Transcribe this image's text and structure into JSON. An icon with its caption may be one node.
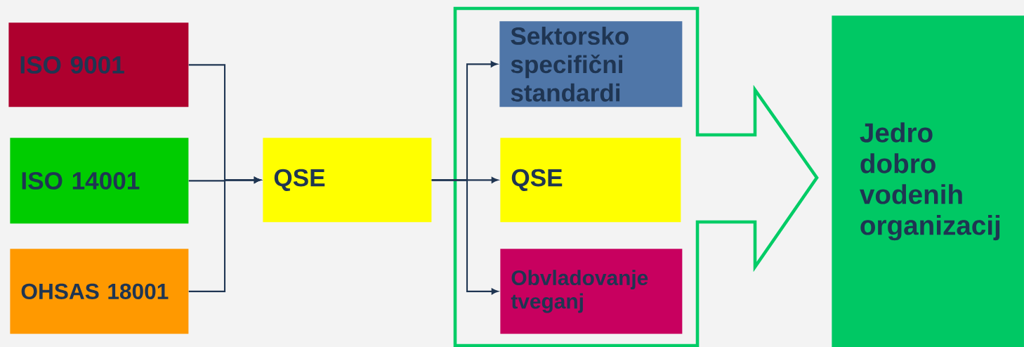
{
  "diagram": {
    "nodes": [
      {
        "text": [
          "ISO 9001"
        ]
      },
      {
        "text": [
          "ISO 14001"
        ]
      },
      {
        "text": [
          "OHSAS 18001"
        ]
      },
      {
        "text": [
          "QSE"
        ]
      },
      {
        "text": [],
        "shape": "arrow"
      },
      {
        "text": [
          "Sektorsko specifični standardi"
        ],
        "in": 4
      },
      {
        "text": [
          "QSE"
        ],
        "in": 4
      },
      {
        "text": [
          "Obvladovanje tveganj"
        ],
        "in": 4
      },
      {
        "text": [
          "Jedro dobro vodenih organizacij"
        ]
      }
    ],
    "edges": [
      {
        "from": 0,
        "to": 3,
        "arrow": "to"
      },
      {
        "from": 1,
        "to": 3,
        "arrow": "to"
      },
      {
        "from": 2,
        "to": 3,
        "arrow": "to"
      },
      {
        "from": 3,
        "to": 5,
        "arrow": "to"
      },
      {
        "from": 3,
        "to": 6,
        "arrow": "to"
      },
      {
        "from": 3,
        "to": 7,
        "arrow": "to"
      }
    ]
  }
}
